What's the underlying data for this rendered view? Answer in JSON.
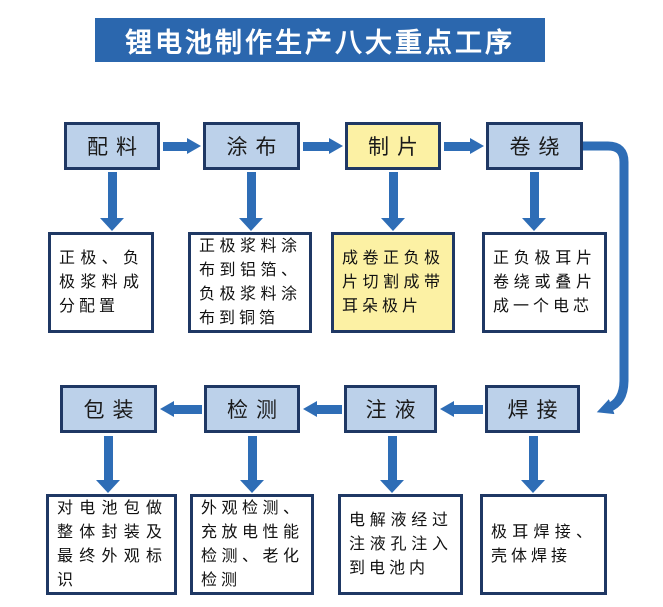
{
  "title": "锂电池制作生产八大重点工序",
  "colors": {
    "title_bg": "#2b67ae",
    "box_fill": "#bcd1ea",
    "box_border": "#1f3864",
    "highlight_fill": "#fcf1a4",
    "arrow": "#2e6db6"
  },
  "process": {
    "top": [
      {
        "label": "配料",
        "desc": "正极、负极浆料成分配置"
      },
      {
        "label": "涂布",
        "desc": "正极浆料涂布到铝箔、负极浆料涂布到铜箔"
      },
      {
        "label": "制片",
        "desc": "成卷正负极片切割成带耳朵极片"
      },
      {
        "label": "卷绕",
        "desc": "正负极耳片卷绕或叠片成一个电芯"
      }
    ],
    "bottom": [
      {
        "label": "包装",
        "desc": "对电池包做整体封装及最终外观标识"
      },
      {
        "label": "检测",
        "desc": "外观检测、充放电性能检测、老化检测"
      },
      {
        "label": "注液",
        "desc": "电解液经过注液孔注入到电池内"
      },
      {
        "label": "焊接",
        "desc": "极耳焊接、壳体焊接"
      }
    ]
  }
}
